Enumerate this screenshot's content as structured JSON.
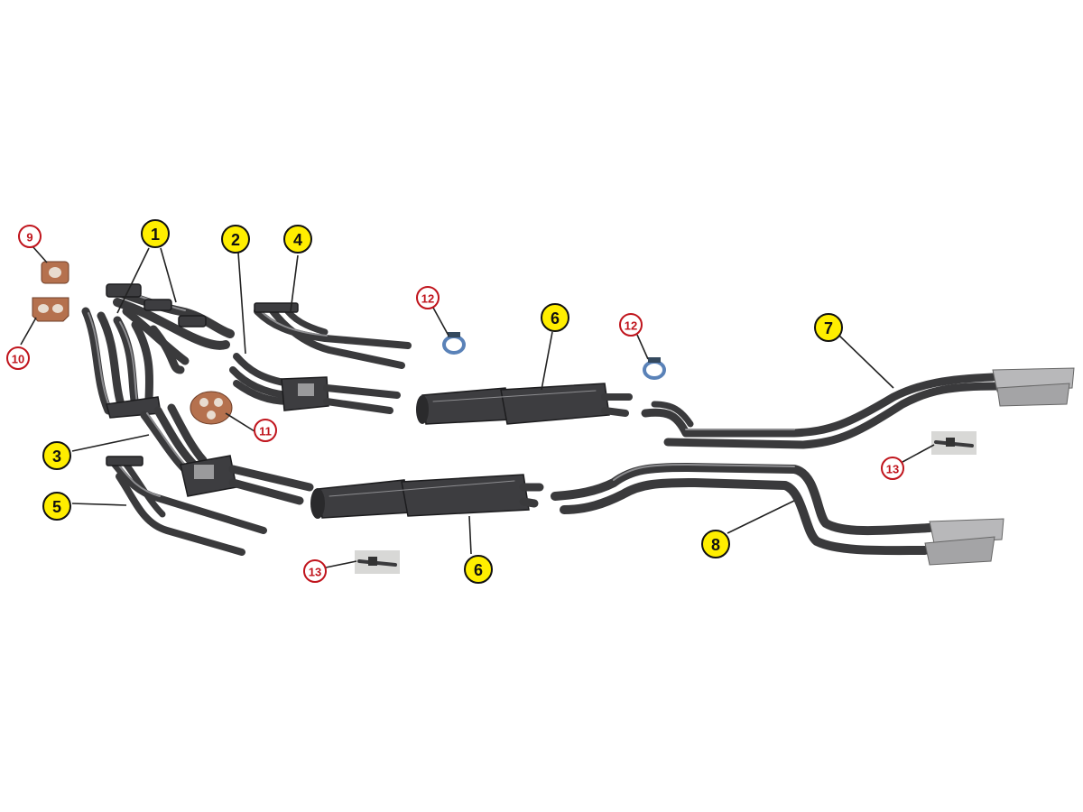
{
  "colors": {
    "yellow_callout_fill": "#ffee00",
    "red_callout_fill": "#ffffff",
    "red_callout_text": "#c0141c",
    "part_metal": "#3a3a3c",
    "gasket": "#b5714e",
    "clamp": "#5a82b8"
  },
  "callouts": [
    {
      "id": "c1",
      "label": "1",
      "style": "yellow"
    },
    {
      "id": "c2",
      "label": "2",
      "style": "yellow"
    },
    {
      "id": "c3",
      "label": "3",
      "style": "yellow"
    },
    {
      "id": "c4",
      "label": "4",
      "style": "yellow"
    },
    {
      "id": "c5",
      "label": "5",
      "style": "yellow"
    },
    {
      "id": "c6a",
      "label": "6",
      "style": "yellow"
    },
    {
      "id": "c6b",
      "label": "6",
      "style": "yellow"
    },
    {
      "id": "c7",
      "label": "7",
      "style": "yellow"
    },
    {
      "id": "c8",
      "label": "8",
      "style": "yellow"
    },
    {
      "id": "c9",
      "label": "9",
      "style": "red"
    },
    {
      "id": "c10",
      "label": "10",
      "style": "red"
    },
    {
      "id": "c11",
      "label": "11",
      "style": "red"
    },
    {
      "id": "c12a",
      "label": "12",
      "style": "red"
    },
    {
      "id": "c12b",
      "label": "12",
      "style": "red"
    },
    {
      "id": "c13a",
      "label": "13",
      "style": "red"
    },
    {
      "id": "c13b",
      "label": "13",
      "style": "red"
    }
  ]
}
